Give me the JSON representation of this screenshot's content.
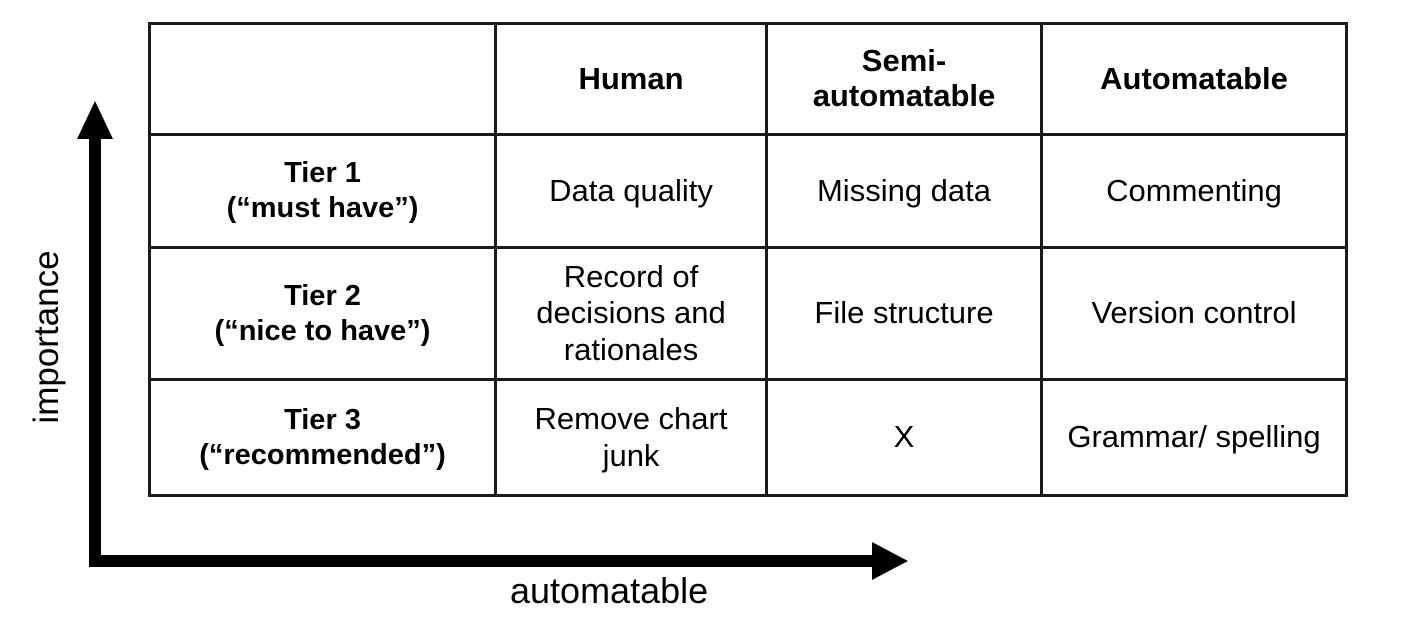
{
  "axes": {
    "y_label": "importance",
    "x_label": "automatable",
    "y_arrow_direction": "up",
    "x_arrow_direction": "right",
    "arrow_color": "#000000"
  },
  "colors": {
    "human": "#fe0000",
    "semi_automatable": "#1066b0",
    "automatable": "#05a74e",
    "border": "#1a1a1a",
    "text": "#000000",
    "background": "#ffffff"
  },
  "chart_data": {
    "type": "table",
    "title": "",
    "xlabel": "automatable",
    "ylabel": "importance",
    "corner_label": "",
    "columns": [
      {
        "key": "tier",
        "label": "",
        "color": "#000000"
      },
      {
        "key": "human",
        "label": "Human",
        "color": "#fe0000"
      },
      {
        "key": "semi",
        "label": "Semi-automatable",
        "color": "#1066b0"
      },
      {
        "key": "auto",
        "label": "Automatable",
        "color": "#05a74e"
      }
    ],
    "rows": [
      {
        "tier_name": "Tier 1",
        "tier_sub": "(“must have”)",
        "human": "Data quality",
        "semi": "Missing data",
        "auto": "Commenting"
      },
      {
        "tier_name": "Tier 2",
        "tier_sub": "(“nice to have”)",
        "human": "Record of decisions and rationales",
        "semi": "File structure",
        "auto": "Version control"
      },
      {
        "tier_name": "Tier 3",
        "tier_sub": "(“recommended”)",
        "human": "Remove chart junk",
        "semi": "X",
        "auto": "Grammar/ spelling"
      }
    ]
  },
  "header": {
    "col_human": "Human",
    "col_semi_line1": "Semi-",
    "col_semi_line2": "automatable",
    "col_auto": "Automatable"
  },
  "rows": [
    {
      "tier_name": "Tier 1",
      "tier_sub": "(“must have”)",
      "human": "Data quality",
      "semi": "Missing data",
      "auto": "Commenting"
    },
    {
      "tier_name": "Tier 2",
      "tier_sub": "(“nice to have”)",
      "human": "Record of decisions and rationales",
      "semi": "File structure",
      "auto": "Version control"
    },
    {
      "tier_name": "Tier 3",
      "tier_sub": "(“recommended”)",
      "human": "Remove chart junk",
      "semi": "X",
      "auto": "Grammar/ spelling"
    }
  ]
}
